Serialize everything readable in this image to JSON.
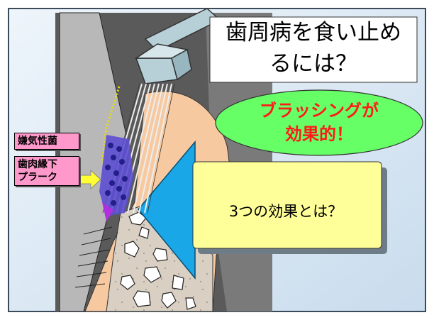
{
  "title": {
    "line1": "歯周病を食い止め",
    "line2": "るには？"
  },
  "highlight": {
    "line1": "ブラッシングが",
    "line2": "効果的！"
  },
  "callout": {
    "text": "3つの効果とは？"
  },
  "labels": {
    "anaerobe": "嫌気性菌",
    "plaque_line1": "歯肉縁下",
    "plaque_line2": "プラーク"
  },
  "colors": {
    "slide_bg": "#e4eef8",
    "oval_fill": "#66ff66",
    "oval_text": "#ff1a1a",
    "callout_fill": "#ffff99",
    "label_fill": "#ff99cc",
    "arrow": "#ffff33",
    "triangle": "#1aa7e8"
  }
}
